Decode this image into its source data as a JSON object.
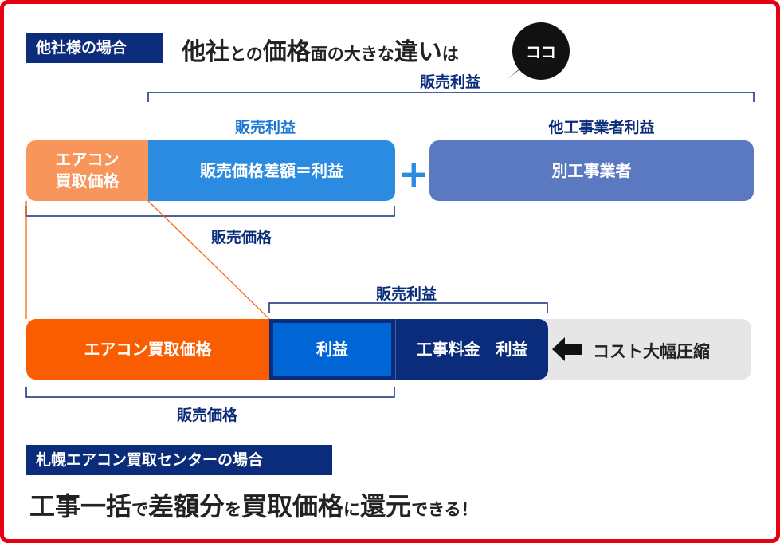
{
  "header": {
    "tag": "他社様の場合",
    "headline_parts": [
      {
        "text": "他社",
        "size": "big"
      },
      {
        "text": "との",
        "size": "small"
      },
      {
        "text": "価格",
        "size": "big"
      },
      {
        "text": "面の大きな",
        "size": "small"
      },
      {
        "text": "違い",
        "size": "big"
      },
      {
        "text": "は",
        "size": "small"
      }
    ],
    "bubble": "ココ"
  },
  "other_company": {
    "top_bracket_label": "販売利益",
    "segment_profit_label": "販売利益",
    "segment_other_label": "他工事業者利益",
    "box_purchase": "エアコン\n買取価格",
    "box_margin": "販売価格差額＝利益",
    "plus": "+",
    "box_other": "別工事業者",
    "sale_price_label": "販売価格"
  },
  "our_company": {
    "bracket_label": "販売利益",
    "box_purchase": "エアコン買取価格",
    "box_profit": "利益",
    "box_work": "工事料金　利益",
    "cost_label": "コスト大幅圧縮",
    "sale_price_label": "販売価格"
  },
  "footer": {
    "tag": "札幌エアコン買取センターの場合",
    "headline_parts": [
      {
        "text": "工事一括",
        "size": "big"
      },
      {
        "text": "で",
        "size": "small"
      },
      {
        "text": "差額分",
        "size": "big"
      },
      {
        "text": "を",
        "size": "small"
      },
      {
        "text": "買取価格",
        "size": "big"
      },
      {
        "text": "に",
        "size": "small"
      },
      {
        "text": "還元",
        "size": "big"
      },
      {
        "text": "できる！",
        "size": "small"
      }
    ]
  },
  "colors": {
    "frame": "#e60012",
    "navy": "#0b2c7a",
    "light_orange": "#f7955a",
    "orange": "#fa5c00",
    "blue": "#2a8be0",
    "slate_blue": "#5a79c0",
    "profit_blue": "#0066d6",
    "gray": "#e6e6e6"
  },
  "icons": {
    "arrow": "arrow-left-icon"
  }
}
